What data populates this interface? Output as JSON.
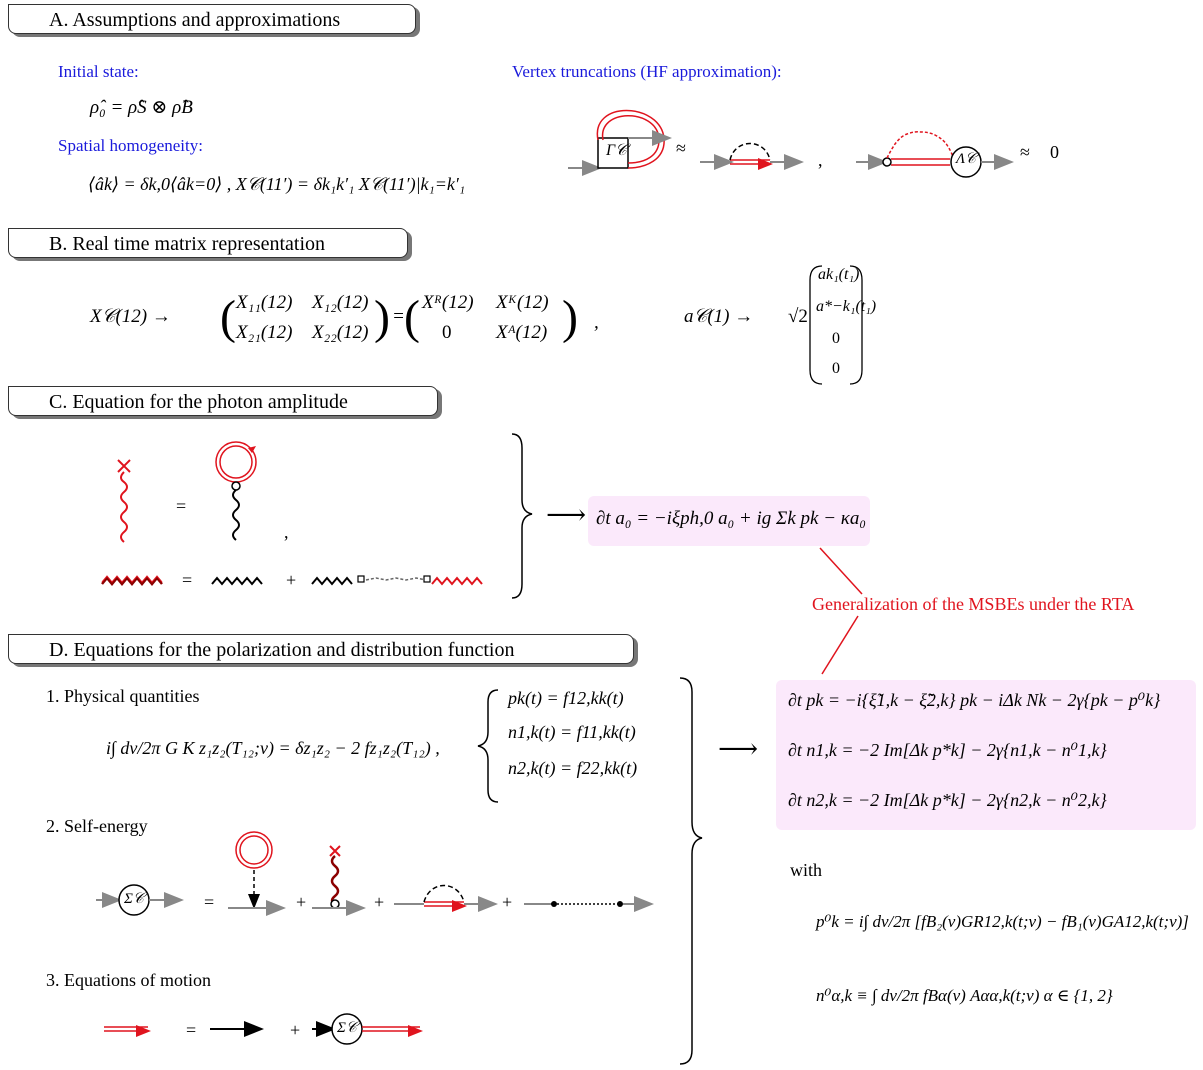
{
  "sections": {
    "a_title": "A. Assumptions and approximations",
    "b_title": "B. Real time matrix representation",
    "c_title": "C. Equation for the photon amplitude",
    "d_title": "D. Equations for the polarization and distribution function"
  },
  "section_a": {
    "initial_state_label": "Initial state:",
    "initial_state_eq": "ρ̂₀ = ρ̂S ⊗ ρ̂B",
    "homogeneity_label": "Spatial homogeneity:",
    "homogeneity_eq": "⟨âk⟩ = δk,0⟨âk=0⟩ ,    X𝒞(11′) = δk₁k′₁ X𝒞(11′)|k₁=k′₁",
    "vertex_label": "Vertex truncations (HF approximation):",
    "approx1": "≈",
    "comma1": ",",
    "approx2": "≈",
    "zero": "0",
    "gamma_label": "Γ𝒞",
    "lambda_label": "Λ𝒞"
  },
  "section_b": {
    "eq_left": "X𝒞(12)  →",
    "m11": "X₁₁(12)",
    "m12": "X₁₂(12)",
    "m21": "X₂₁(12)",
    "m22": "X₂₂(12)",
    "equals": "=",
    "r11": "Xᴿ(12)",
    "r12": "Xᴷ(12)",
    "r21": "0",
    "r22": "Xᴬ(12)",
    "comma": ",",
    "a_left": "a𝒞(1)  →",
    "sqrt2": "√2",
    "v1": "ak₁(t₁)",
    "v2": "a*−k₁(t₁)",
    "v3": "0",
    "v4": "0"
  },
  "section_c": {
    "equals1": "=",
    "comma": ",",
    "equals2": "=",
    "plus": "+",
    "arrow": "⟶",
    "photon_eq": "∂t a₀ = −iξph,0 a₀ + ig Σk pk − κa₀",
    "generalization": "Generalization of the MSBEs under the RTA"
  },
  "section_d": {
    "physical_label": "1. Physical quantities",
    "physical_eq": "i∫ dν/2π G K z₁z₂(T₁₂;ν) = δz₁z₂ − 2 fz₁z₂(T₁₂) ,",
    "p_def": "pk(t) = f12,kk(t)",
    "n1_def": "n1,k(t) = f11,kk(t)",
    "n2_def": "n2,k(t) = f22,kk(t)",
    "self_energy_label": "2. Self-energy",
    "sigma_label": "Σ𝒞",
    "se_equals": "=",
    "plus": "+",
    "motion_label": "3. Equations of motion",
    "eom_equals": "=",
    "arrow": "⟶",
    "msbe1": "∂t pk = −i{ξ̃1,k − ξ̃2,k} pk − iΔk Nk − 2γ{pk − p⁰k}",
    "msbe2": "∂t n1,k = −2 Im[Δk p*k] − 2γ{n1,k − n⁰1,k}",
    "msbe3": "∂t n2,k = −2 Im[Δk p*k] − 2γ{n2,k − n⁰2,k}",
    "with": "with",
    "p0_eq": "p⁰k = i∫ dν/2π [fB₂(ν)GR12,k(t;ν) − fB₁(ν)GA12,k(t;ν)]",
    "n0_eq": "n⁰α,k ≡ ∫ dν/2π fBα(ν) Aαα,k(t;ν)     α ∈ {1, 2}"
  }
}
